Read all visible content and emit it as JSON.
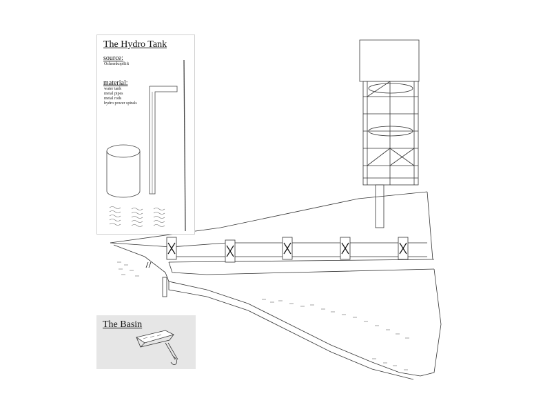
{
  "hydro_tank": {
    "title": "The Hydro Tank",
    "source_heading": "source:",
    "source_value": "Ochsenkopflift",
    "material_heading": "material:",
    "materials": [
      "water tank",
      "metal pipes",
      "metal rods",
      "hydro power spirals"
    ]
  },
  "basin": {
    "title": "The Basin"
  }
}
